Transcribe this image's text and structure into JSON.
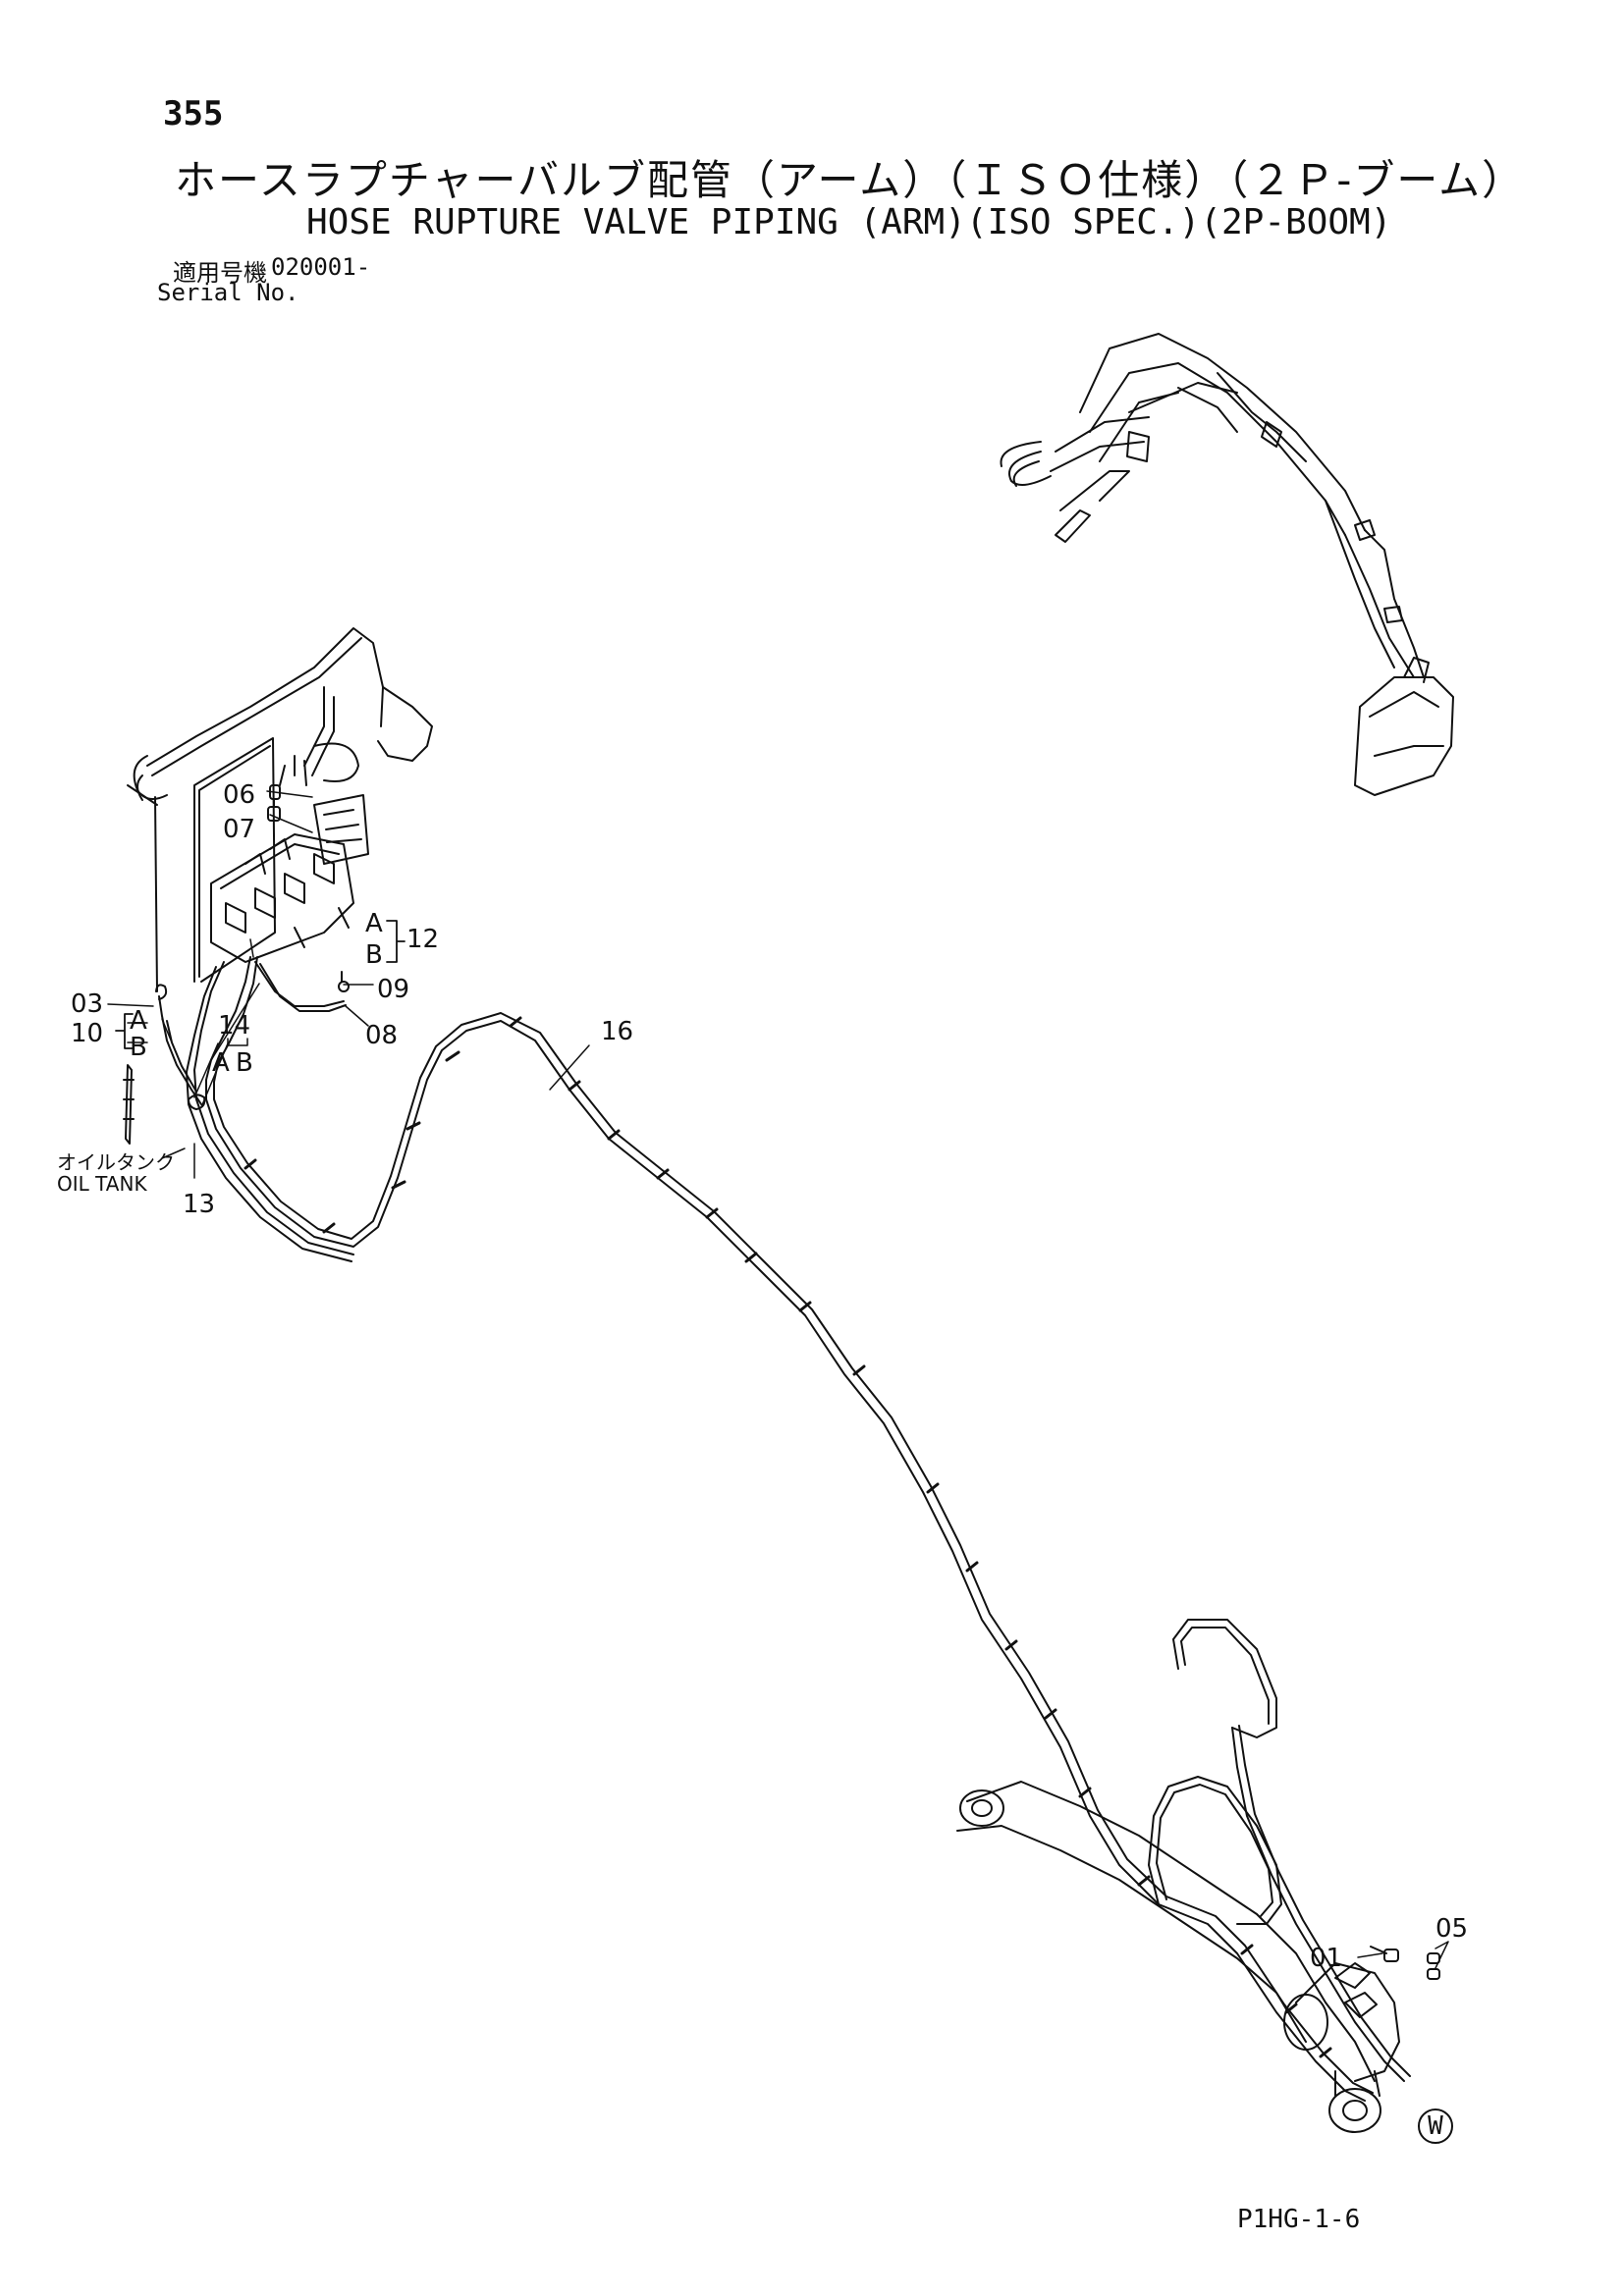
{
  "header": {
    "page_number": "355",
    "title_jp": "ホースラプチャーバルブ配管（アーム）（ＩＳＯ仕様）（２Ｐ-ブーム）",
    "title_en": "HOSE RUPTURE VALVE PIPING (ARM)(ISO SPEC.)(2P-BOOM)",
    "serial_label_jp": "適用号機",
    "serial_value": "020001-",
    "serial_label_en": "Serial No."
  },
  "callouts": {
    "p01": "01",
    "p03": "03",
    "p05": "05",
    "p06": "06",
    "p07": "07",
    "p08": "08",
    "p09": "09",
    "p10": "10",
    "p12": "12",
    "p13": "13",
    "p14": "14",
    "p16": "16",
    "a": "A",
    "b": "B"
  },
  "oil_tank": {
    "label_jp": "オイルタンク",
    "label_en": "OIL TANK"
  },
  "footer": {
    "code": "P1HG-1-6",
    "mark": "W"
  }
}
